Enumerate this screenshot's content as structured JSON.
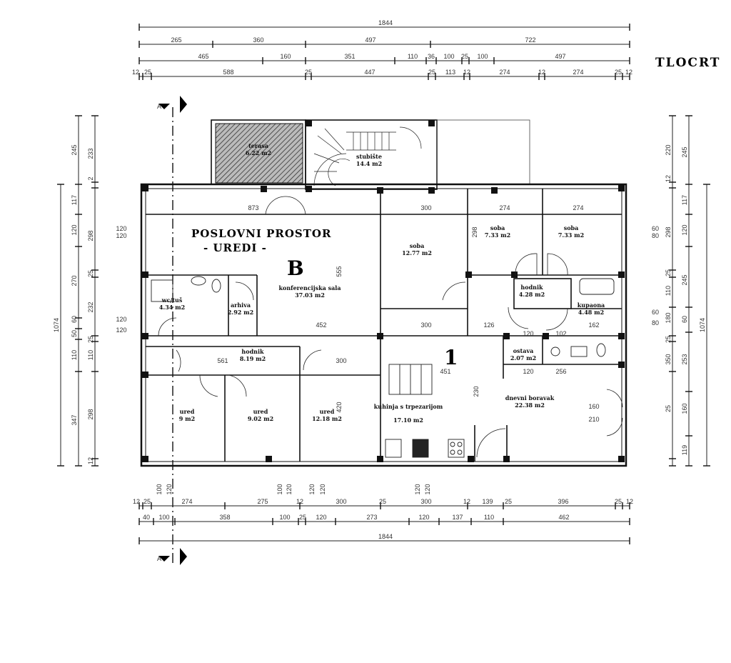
{
  "title": "TLOCRT",
  "section_marker": "A",
  "plan": {
    "heading_line1": "POSLOVNI PROSTOR",
    "heading_line2": "- UREDI -",
    "unit_b": "B",
    "unit_1": "1"
  },
  "rooms": [
    {
      "name": "terasa",
      "area": "6.22 m2"
    },
    {
      "name": "stubište",
      "area": "14.4 m2"
    },
    {
      "name": "konferencijska sala",
      "area": "37.03 m2"
    },
    {
      "name": "soba",
      "area": "12.77 m2"
    },
    {
      "name": "soba",
      "area": "7.33 m2"
    },
    {
      "name": "soba",
      "area": "7.33 m2"
    },
    {
      "name": "hodnik",
      "area": "4.28 m2"
    },
    {
      "name": "kupaona",
      "area": "4.48 m2"
    },
    {
      "name": "wc/tuš",
      "area": "4.34 m2"
    },
    {
      "name": "arhiva",
      "area": "2.92 m2"
    },
    {
      "name": "hodnik",
      "area": "8.19 m2"
    },
    {
      "name": "ostava",
      "area": "2.07 m2"
    },
    {
      "name": "ured",
      "area": "9 m2"
    },
    {
      "name": "ured",
      "area": "9.02 m2"
    },
    {
      "name": "ured",
      "area": "12.18 m2"
    },
    {
      "name": "kuhinja s trpezarijom",
      "area": "17.10 m2"
    },
    {
      "name": "dnevni boravak",
      "area": "22.38 m2"
    }
  ],
  "dimensions": {
    "top_total": [
      "1844"
    ],
    "top_row2": [
      "265",
      "360",
      "497",
      "722"
    ],
    "top_row3": [
      "465",
      "160",
      "351",
      "110",
      "36",
      "100",
      "25",
      "100",
      "497"
    ],
    "top_row4": [
      "12",
      "25",
      "588",
      "25",
      "447",
      "25",
      "113",
      "12",
      "274",
      "12",
      "274",
      "25",
      "12"
    ],
    "bottom_row1": [
      "12",
      "25",
      "274",
      "275",
      "12",
      "300",
      "25",
      "300",
      "12",
      "139",
      "25",
      "396",
      "25",
      "12"
    ],
    "bottom_row2": [
      "40",
      "100",
      "358",
      "100",
      "25",
      "120",
      "273",
      "120",
      "137",
      "110",
      "462"
    ],
    "bottom_total": [
      "1844"
    ],
    "left_outer": [
      "1074"
    ],
    "left_col_a": [
      "245",
      "117",
      "120",
      "270",
      "60",
      "50",
      "110",
      "347"
    ],
    "left_col_b": [
      "233",
      "2",
      "298",
      "25",
      "232",
      "25",
      "110",
      "298",
      "12"
    ],
    "right_col_a": [
      "220",
      "12",
      "298",
      "25",
      "110",
      "180",
      "25",
      "350",
      "25"
    ],
    "right_col_b": [
      "245",
      "117",
      "120",
      "245",
      "60",
      "253",
      "160",
      "119"
    ],
    "right_outer": [
      "1074"
    ],
    "interior": [
      "873",
      "300",
      "274",
      "274",
      "452",
      "300",
      "126",
      "120",
      "102",
      "162",
      "561",
      "300",
      "451",
      "120",
      "256",
      "555",
      "420",
      "230",
      "298"
    ],
    "windows": [
      "120",
      "120",
      "60",
      "80",
      "120",
      "120",
      "60",
      "80",
      "100",
      "120",
      "100",
      "120",
      "120",
      "120",
      "120",
      "120",
      "160",
      "210"
    ]
  }
}
